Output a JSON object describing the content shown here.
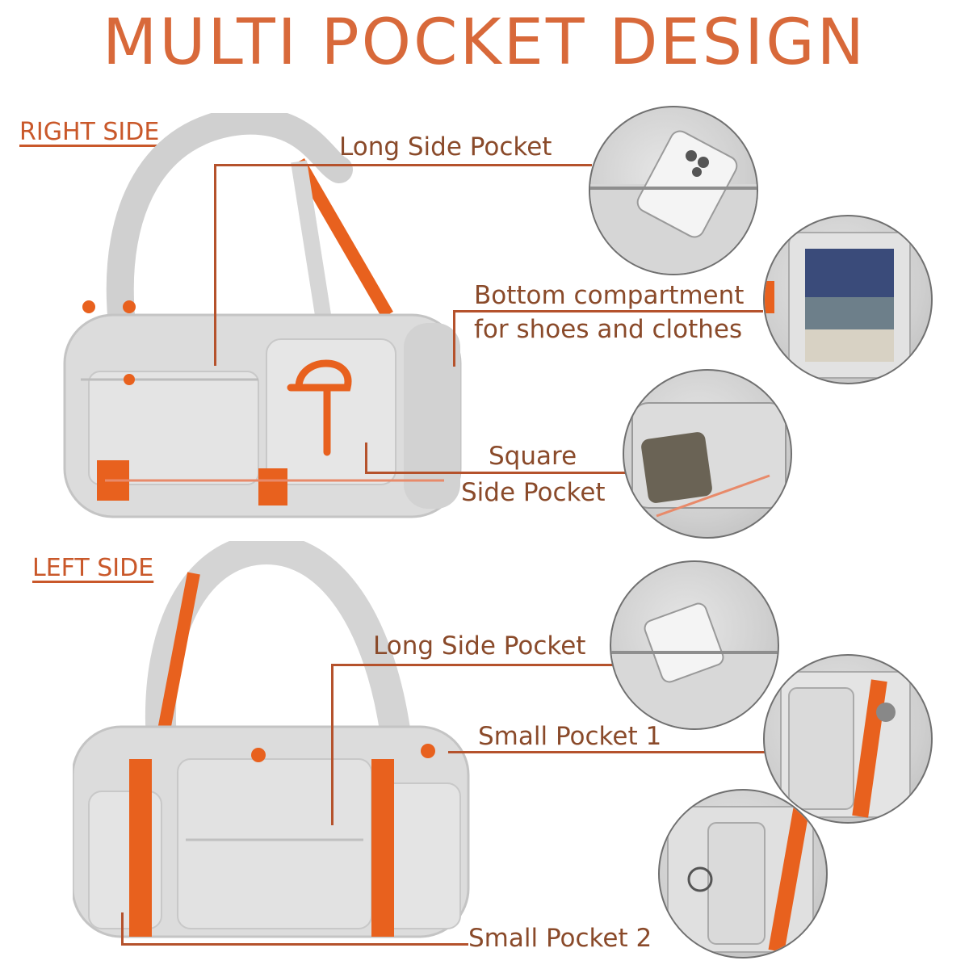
{
  "title": "MULTI POCKET DESIGN",
  "sections": {
    "right": "RIGHT SIDE",
    "left": "LEFT SIDE"
  },
  "labels": {
    "r_long": "Long Side Pocket",
    "r_bottom_1": "Bottom compartment",
    "r_bottom_2": "for shoes and clothes",
    "r_square_1": "Square",
    "r_square_2": "Side Pocket",
    "l_long": "Long Side Pocket",
    "l_small1": "Small Pocket 1",
    "l_small2": "Small Pocket 2"
  },
  "colors": {
    "accent": "#e8611e",
    "title": "#d8693a",
    "line": "#b5522c",
    "bag": "#dcdcdc"
  }
}
